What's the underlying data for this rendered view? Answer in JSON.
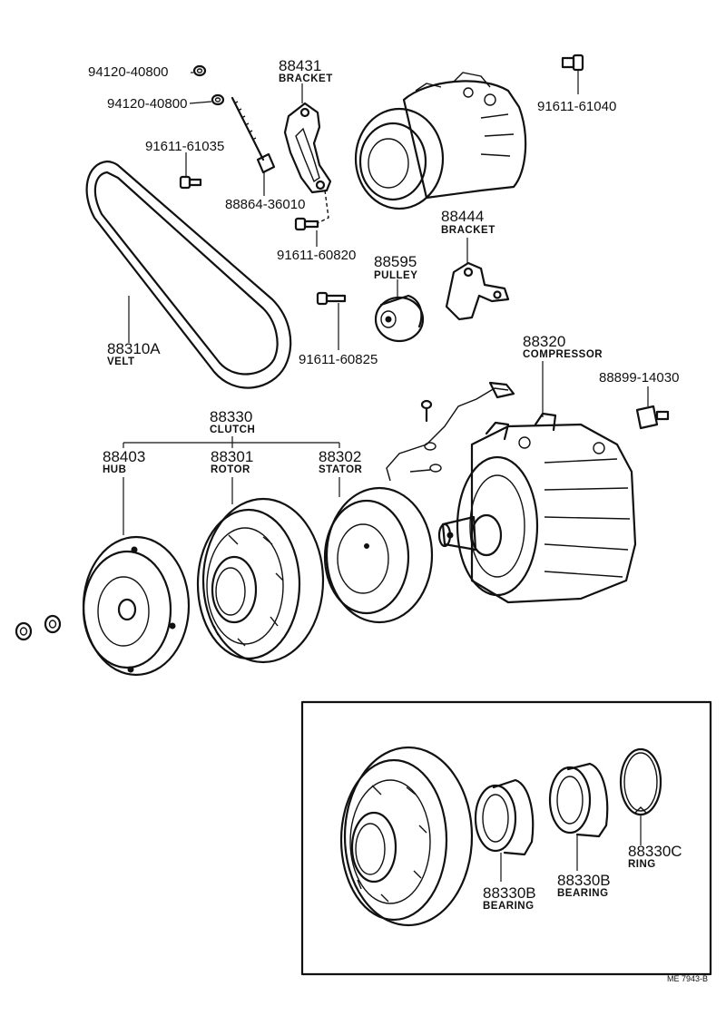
{
  "labels": {
    "nut_a": "94120-40800",
    "nut_b": "94120-40800",
    "bracket_88431": {
      "num": "88431",
      "name": "BRACKET"
    },
    "bolt_61040": "91611-61040",
    "bolt_61035": "91611-61035",
    "bolt_36010": "88864-36010",
    "bolt_60820": "91611-60820",
    "bracket_88444": {
      "num": "88444",
      "name": "BRACKET"
    },
    "pulley": {
      "num": "88595",
      "name": "PULLEY"
    },
    "belt": {
      "num": "88310A",
      "name": "VELT"
    },
    "bolt_60825": "91611-60825",
    "compressor": {
      "num": "88320",
      "name": "COMPRESSOR"
    },
    "switch_14030": "88899-14030",
    "clutch": {
      "num": "88330",
      "name": "CLUTCH"
    },
    "hub": {
      "num": "88403",
      "name": "HUB"
    },
    "rotor": {
      "num": "88301",
      "name": "ROTOR"
    },
    "stator": {
      "num": "88302",
      "name": "STATOR"
    },
    "bearing_a": {
      "num": "88330B",
      "name": "BEARING"
    },
    "bearing_b": {
      "num": "88330B",
      "name": "BEARING"
    },
    "ring": {
      "num": "88330C",
      "name": "RING"
    }
  },
  "diagram_code": "ME 7943-B"
}
